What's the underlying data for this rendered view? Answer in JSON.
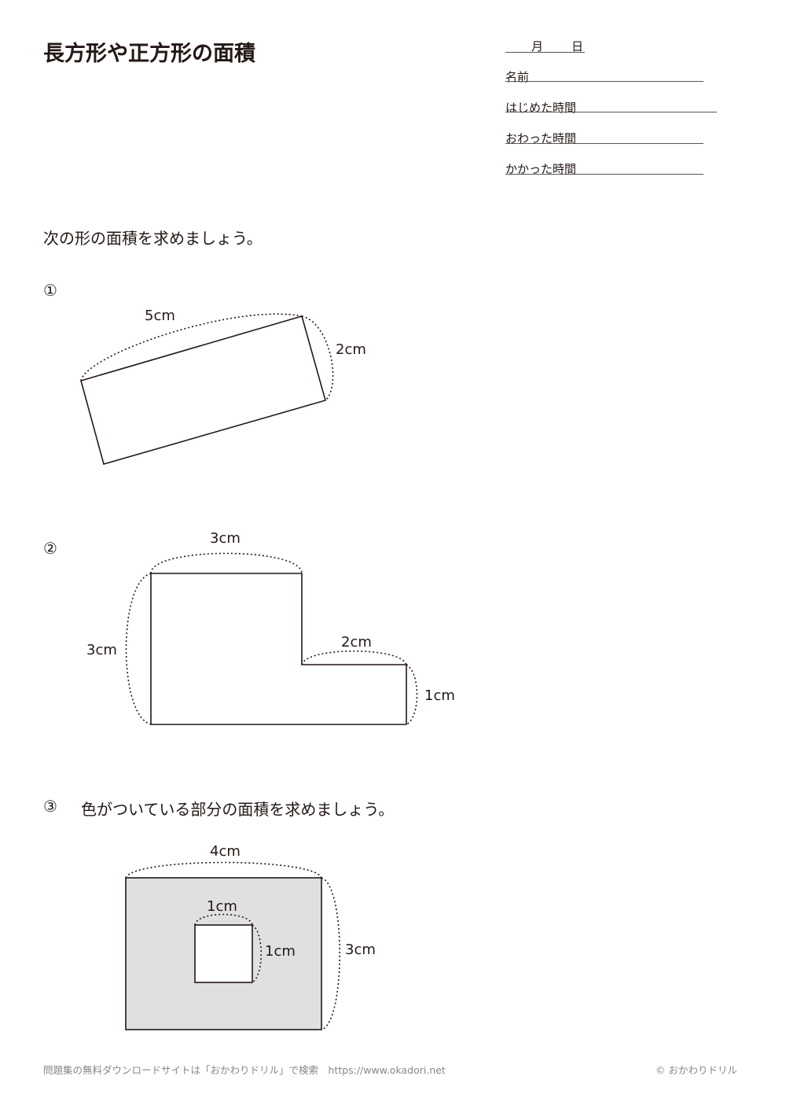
{
  "title": "長方形や正方形の面積",
  "header": {
    "month": "月",
    "day": "日",
    "name": "名前",
    "start_time": "はじめた時間",
    "end_time": "おわった時間",
    "elapsed_time": "かかった時間"
  },
  "instruction": "次の形の面積を求めましょう。",
  "problems": [
    {
      "number": "①",
      "labels": {
        "length": "5cm",
        "width": "2cm"
      }
    },
    {
      "number": "②",
      "labels": {
        "top": "3cm",
        "left": "3cm",
        "step": "2cm",
        "right": "1cm"
      }
    },
    {
      "number": "③",
      "text": "色がついている部分の面積を求めましょう。",
      "labels": {
        "outer_width": "4cm",
        "outer_height": "3cm",
        "inner_width": "1cm",
        "inner_height": "1cm"
      },
      "shade_color": "#e0e0e0"
    }
  ],
  "footer": {
    "left": "問題集の無料ダウンロードサイトは「おかわりドリル」で検索　https://www.okadori.net",
    "right": "© おかわりドリル"
  }
}
